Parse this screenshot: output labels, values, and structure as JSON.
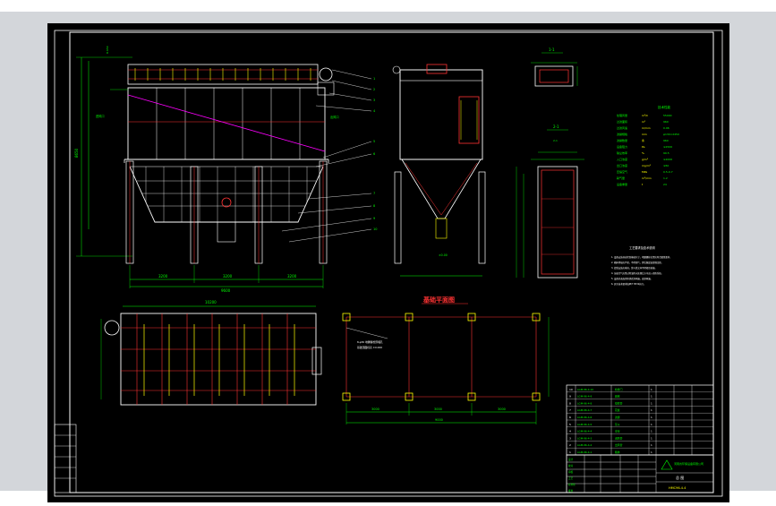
{
  "drawing": {
    "foundation_title": "基础平面图",
    "section_label_1": "1-1",
    "section_label_2": "2-1",
    "section_label_3": "2-1",
    "spec_table_title": "技术性能",
    "notes_title": "工艺要求及技术说明",
    "company": "河南省环保设备有限公司",
    "title_block_name": "总 图",
    "drawing_number": "HMC96-4.4",
    "elevation_label_1": "±0.00",
    "elevation_label_2": "8.650",
    "outlet_label": "出风口",
    "inlet_label": "进风口",
    "dim_total_width": "9600",
    "dim_span_1": "3200",
    "dim_span_2": "3200",
    "dim_span_3": "3200",
    "dim_height": "8650",
    "dim_plan_width": "10200",
    "foundation_dim_1": "3000",
    "foundation_dim_2": "3000",
    "foundation_dim_3": "3000",
    "foundation_dim_total": "9000",
    "foundation_note_1": "8-φ30 地脚螺栓预埋孔",
    "foundation_note_2": "基础顶面标高 ±0.000",
    "part_rows": [
      "LGM-96-4-10",
      "LGM-96-4-9",
      "LGM-96-4-8",
      "LGM-96-4-7",
      "LGM-96-4-6",
      "LGM-96-4-5",
      "LGM-96-4-4",
      "LGM-96-4-3",
      "LGM-96-4-2",
      "LGM-96-4-1"
    ],
    "part_names": [
      "检修门",
      "爬梯",
      "喷吹管",
      "花板",
      "滤袋",
      "灰斗",
      "支架",
      "进风管",
      "出风管",
      "箱体"
    ],
    "spec_rows": [
      [
        "处理风量",
        "m³/h",
        "55000"
      ],
      [
        "过滤面积",
        "m²",
        "960"
      ],
      [
        "过滤风速",
        "m/min",
        "0.96"
      ],
      [
        "滤袋规格",
        "mm",
        "φ130×2450"
      ],
      [
        "滤袋数量",
        "条",
        "960"
      ],
      [
        "设备阻力",
        "Pa",
        "≤1500"
      ],
      [
        "除尘效率",
        "%",
        "99.5"
      ],
      [
        "入口浓度",
        "g/m³",
        "≤1000"
      ],
      [
        "出口浓度",
        "mg/m³",
        "≤50"
      ],
      [
        "压缩空气",
        "MPa",
        "0.5-0.7"
      ],
      [
        "耗气量",
        "m³/min",
        "1.2"
      ],
      [
        "设备重量",
        "t",
        "24"
      ]
    ],
    "notes": [
      "1. 设备安装前应检查基础尺寸，地脚螺栓位置应符合图纸要求。",
      "2. 箱体焊接应严密，不得漏气，焊后做煤油渗漏试验。",
      "3. 滤袋安装应垂直，袋与袋之间不得相互碰撞。",
      "4. 压缩空气应经过除油除水处理后方可进入喷吹系统。",
      "5. 设备外表面涂防锈底漆两遍，面漆两遍。",
      "6. 其余技术要求按JB/T 8532执行。"
    ],
    "title_block_rows": [
      "设计",
      "校对",
      "审核",
      "工艺",
      "标准化",
      "批准"
    ]
  }
}
